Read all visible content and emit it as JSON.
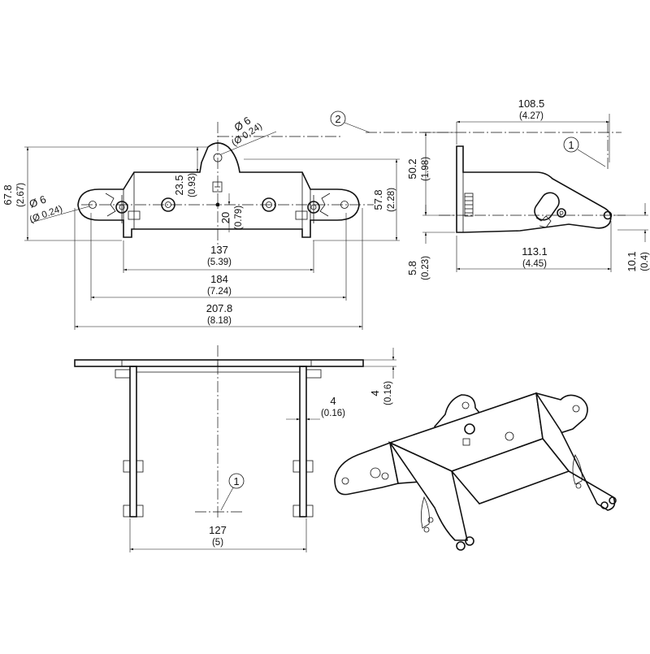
{
  "dimensions": {
    "d_top_hole": {
      "mm": "Ø 6",
      "in": "(Ø 0.24)"
    },
    "d_side_hole": {
      "mm": "Ø 6",
      "in": "(Ø 0.24)"
    },
    "h_overall": {
      "mm": "67.8",
      "in": "(2.67)"
    },
    "h_ear_offset": {
      "mm": "23.5",
      "in": "(0.93)"
    },
    "h_center": {
      "mm": "20",
      "in": "(0.79)"
    },
    "h_body": {
      "mm": "57.8",
      "in": "(2.28)"
    },
    "w_inner": {
      "mm": "137",
      "in": "(5.39)"
    },
    "w_holes": {
      "mm": "184",
      "in": "(7.24)"
    },
    "w_overall": {
      "mm": "207.8",
      "in": "(8.18)"
    },
    "side_width": {
      "mm": "108.5",
      "in": "(4.27)"
    },
    "side_height": {
      "mm": "50.2",
      "in": "(1.98)"
    },
    "side_thickness": {
      "mm": "5.8",
      "in": "(0.23)"
    },
    "side_depth": {
      "mm": "113.1",
      "in": "(4.45)"
    },
    "side_pivot": {
      "mm": "10.1",
      "in": "(0.4)"
    },
    "plate_thickness": {
      "mm": "4",
      "in": "(0.16)"
    },
    "leg_thickness": {
      "mm": "4",
      "in": "(0.16)"
    },
    "bottom_width": {
      "mm": "127",
      "in": "(5)"
    }
  },
  "callouts": {
    "one": "1",
    "two": "2"
  }
}
